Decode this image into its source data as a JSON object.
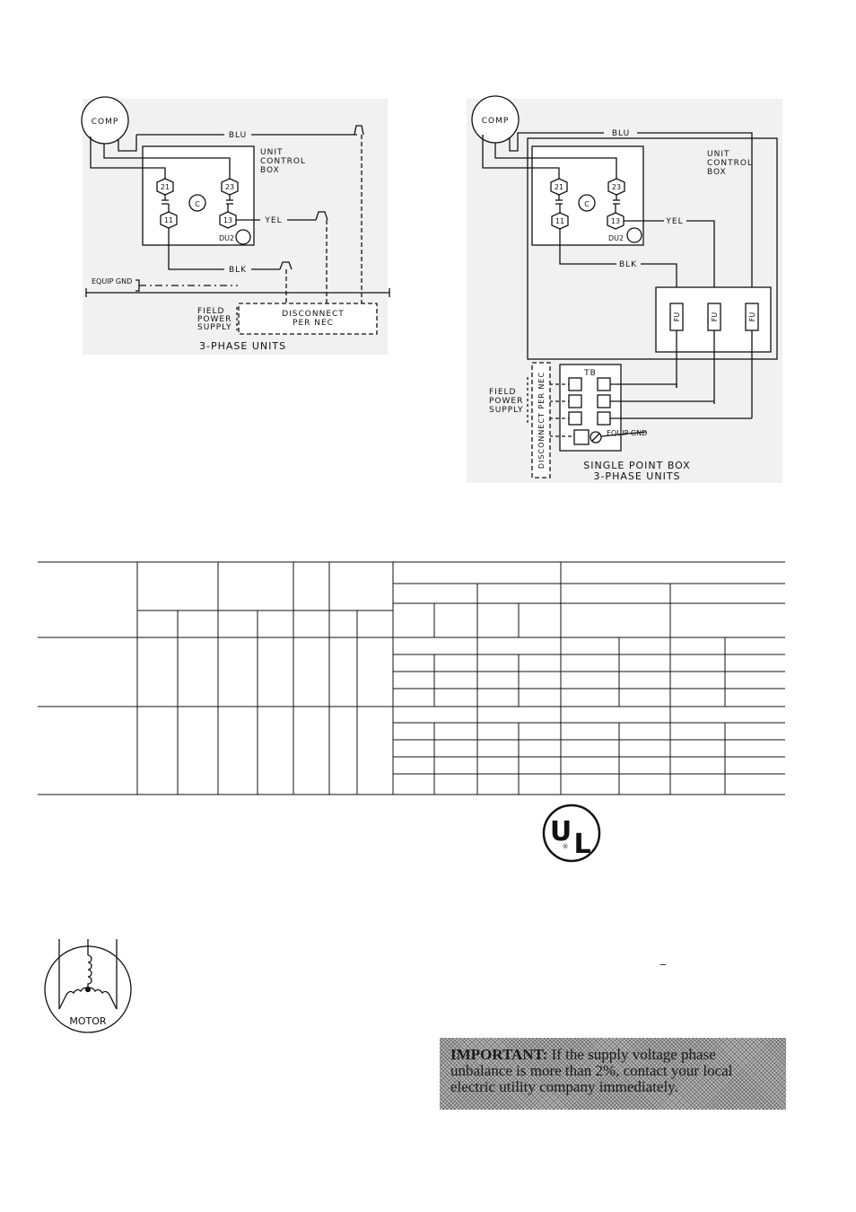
{
  "diagram_left": {
    "comp": "COMP",
    "wire_blu": "BLU",
    "wire_yel": "YEL",
    "wire_blk": "BLK",
    "unit_control_box": [
      "UNIT",
      "CONTROL",
      "BOX"
    ],
    "terminals": [
      "21",
      "23",
      "C",
      "11",
      "13"
    ],
    "du2": "DU2",
    "equip_gnd": "EQUIP GND",
    "field_power_supply": [
      "FIELD",
      "POWER",
      "SUPPLY"
    ],
    "disconnect": [
      "DISCONNECT",
      "PER NEC"
    ],
    "caption": "3-PHASE UNITS"
  },
  "diagram_right": {
    "comp": "COMP",
    "wire_blu": "BLU",
    "wire_yel": "YEL",
    "wire_blk": "BLK",
    "unit_control_box": [
      "UNIT",
      "CONTROL",
      "BOX"
    ],
    "terminals": [
      "21",
      "23",
      "C",
      "11",
      "13"
    ],
    "du2": "DU2",
    "fuse": "FU",
    "tb": "TB",
    "equip_gnd": "EQUIP GND",
    "field_power_supply": [
      "FIELD",
      "POWER",
      "SUPPLY"
    ],
    "disconnect": "DISCONNECT PER NEC",
    "caption": [
      "SINGLE POINT BOX",
      "3-PHASE UNITS"
    ]
  },
  "motor_label": "MOTOR",
  "ul_mark": {
    "u": "U",
    "l": "L",
    "reg": "®"
  },
  "underscore_mark": "_",
  "important_box": {
    "lead": "IMPORTANT:",
    "text": " If the supply voltage phase unbalance is more than 2%, contact your local electric utility company immediately."
  }
}
